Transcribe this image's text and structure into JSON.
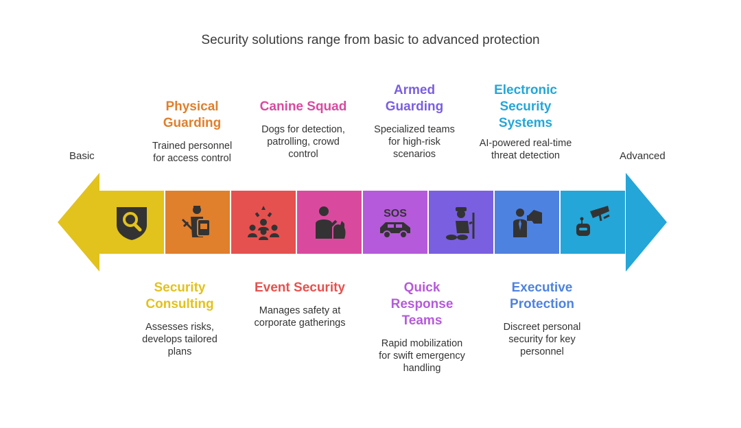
{
  "title": "Security solutions range from basic to advanced protection",
  "scale": {
    "left_label": "Basic",
    "right_label": "Advanced"
  },
  "colors": {
    "security_consulting": "#E2C21D",
    "physical_guarding": "#E07F2C",
    "event_security": "#E5514F",
    "canine_squad": "#D94A9E",
    "quick_response": "#B55ADB",
    "armed_guarding": "#7A5FE0",
    "executive_protection": "#4E82E0",
    "electronic_security": "#24A6D8"
  },
  "top_items": [
    {
      "heading": [
        "Physical",
        "Guarding"
      ],
      "desc": [
        "Trained personnel",
        "for access control"
      ],
      "icon": "guard-shield-icon"
    },
    {
      "heading": [
        "Canine Squad"
      ],
      "desc": [
        "Dogs for detection,",
        "patrolling, crowd",
        "control"
      ],
      "icon": "canine-handler-icon"
    },
    {
      "heading": [
        "Armed",
        "Guarding"
      ],
      "desc": [
        "Specialized teams",
        "for high-risk",
        "scenarios"
      ],
      "icon": "armed-guard-icon"
    },
    {
      "heading": [
        "Electronic",
        "Security",
        "Systems"
      ],
      "desc": [
        "AI-powered real-time",
        "threat detection"
      ],
      "icon": "cctv-robot-icon"
    }
  ],
  "bottom_items": [
    {
      "heading": [
        "Security",
        "Consulting"
      ],
      "desc": [
        "Assesses risks,",
        "develops tailored",
        "plans"
      ],
      "icon": "search-shield-icon"
    },
    {
      "heading": [
        "Event Security"
      ],
      "desc": [
        "Manages safety at",
        "corporate gatherings"
      ],
      "icon": "crowd-icon"
    },
    {
      "heading": [
        "Quick",
        "Response",
        "Teams"
      ],
      "desc": [
        "Rapid mobilization",
        "for swift emergency",
        "handling"
      ],
      "icon": "sos-car-icon"
    },
    {
      "heading": [
        "Executive",
        "Protection"
      ],
      "desc": [
        "Discreet personal",
        "security for key",
        "personnel"
      ],
      "icon": "bodyguard-icon"
    }
  ],
  "icons": {
    "sos_text": "SOS"
  }
}
